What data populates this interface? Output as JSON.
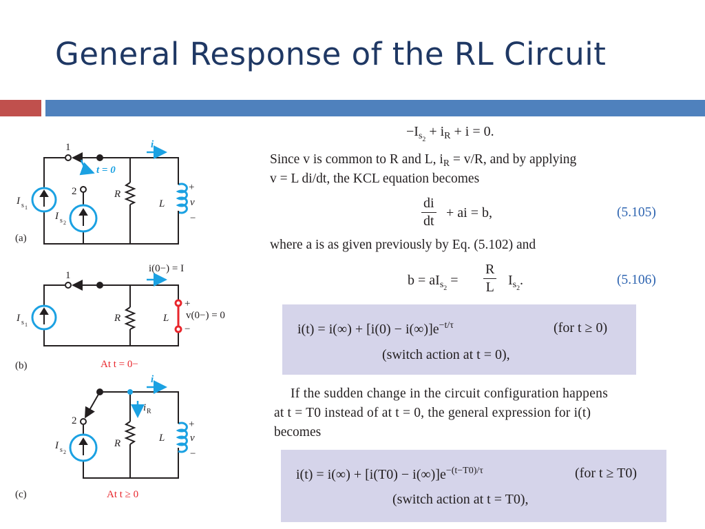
{
  "slide": {
    "title": "General Response of the RL Circuit"
  },
  "figure": {
    "panel_labels": [
      "(a)",
      "(b)",
      "(c)"
    ],
    "captions": {
      "b": "At t = 0−",
      "c": "At t ≥ 0"
    },
    "labels": {
      "node1": "1",
      "node2": "2",
      "switch_time": "t = 0",
      "current_i": "i",
      "source1": "I",
      "source2": "I",
      "source_sub": "s",
      "source1_num": "1",
      "source2_num": "2",
      "resistor": "R",
      "inductor": "L",
      "plus": "+",
      "minus": "−",
      "voltage": "v",
      "initial_current": "i(0−) = I",
      "initial_voltage": "v(0−) = 0",
      "current_iR": "i",
      "iR_sub": "R"
    }
  },
  "content": {
    "kcl_equation": "−I",
    "kcl_rest": " + i",
    "kcl_tail": " + i = 0.",
    "paragraph1_line1": "Since v is common to R and L, i",
    "paragraph1_line1b": " = v/R, and by applying",
    "paragraph1_line2": "v = L di/dt, the KCL equation becomes",
    "eq5105_num": "di",
    "eq5105_den": "dt",
    "eq5105_rest": "+ ai = b,",
    "eq5105_label": "(5.105)",
    "paragraph2": "where a is as given previously by Eq. (5.102) and",
    "eq5106_left": "b = aI",
    "eq5106_num": "R",
    "eq5106_den": "L",
    "eq5106_right": "I",
    "eq5106_label": "(5.106)",
    "box1_line1": "i(t) = i(∞) + [i(0) − i(∞)]e",
    "box1_exp": "−t/τ",
    "box1_cond": "(for t ≥ 0)",
    "box1_line2": "(switch action at t = 0),",
    "paragraph3_line1": "If the sudden change in the circuit configuration happens",
    "paragraph3_line2": "at t = T0 instead of at t = 0, the general expression for i(t)",
    "paragraph3_line3": "becomes",
    "box2_line1": "i(t) = i(∞) + [i(T0) − i(∞)]e",
    "box2_exp": "−(t−T0)/τ",
    "box2_cond": "(for t ≥ T0)",
    "box2_line2": "(switch action at t = T0),"
  },
  "colors": {
    "title": "#1f3864",
    "accent_red": "#c0504d",
    "accent_blue": "#4f81bd",
    "circuit_blue": "#1ba1e2",
    "circuit_red": "#e8262c",
    "box_fill": "#d5d4ea",
    "eq_label": "#2e64b0"
  }
}
